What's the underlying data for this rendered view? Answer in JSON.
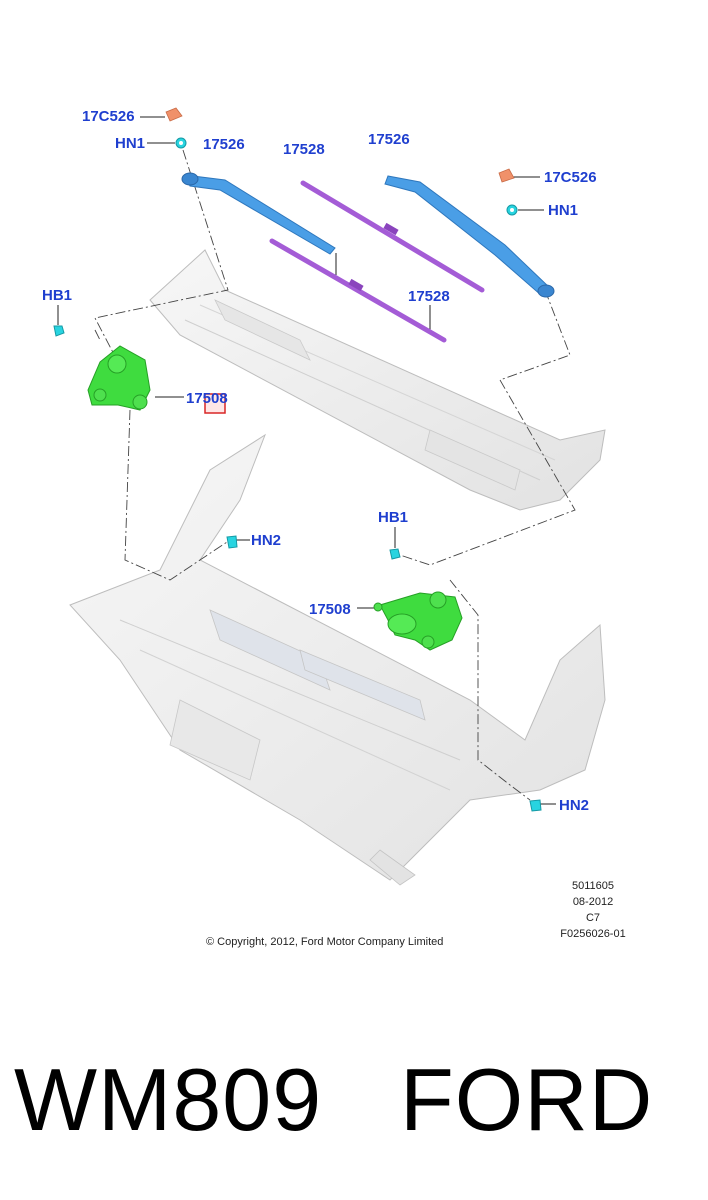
{
  "callouts": {
    "c17c526_left": "17C526",
    "hn1_left": "HN1",
    "arm_left": "17526",
    "blade_top": "17528",
    "arm_right": "17526",
    "c17c526_right": "17C526",
    "hn1_right": "HN1",
    "hb1_left": "HB1",
    "blade_bottom": "17528",
    "motor_left": "17508",
    "hb1_right": "HB1",
    "hn2_left": "HN2",
    "motor_right": "17508",
    "hn2_right": "HN2"
  },
  "meta": {
    "line1": "5011605",
    "line2": "08-2012",
    "line3": "C7",
    "line4": "F0256026-01"
  },
  "copyright": "© Copyright, 2012, Ford Motor Company Limited",
  "caption": {
    "part_number": "WM809",
    "brand": "FORD"
  },
  "colors": {
    "callout_text": "#1f3fcf",
    "wiper_arm": "#4a9ee6",
    "wiper_blade": "#a45cd6",
    "motor": "#3fdc3f",
    "fastener": "#28d4e0",
    "cap": "#f0916a",
    "body_panel": "#eeeeee",
    "highlight_box": "#d92626"
  }
}
